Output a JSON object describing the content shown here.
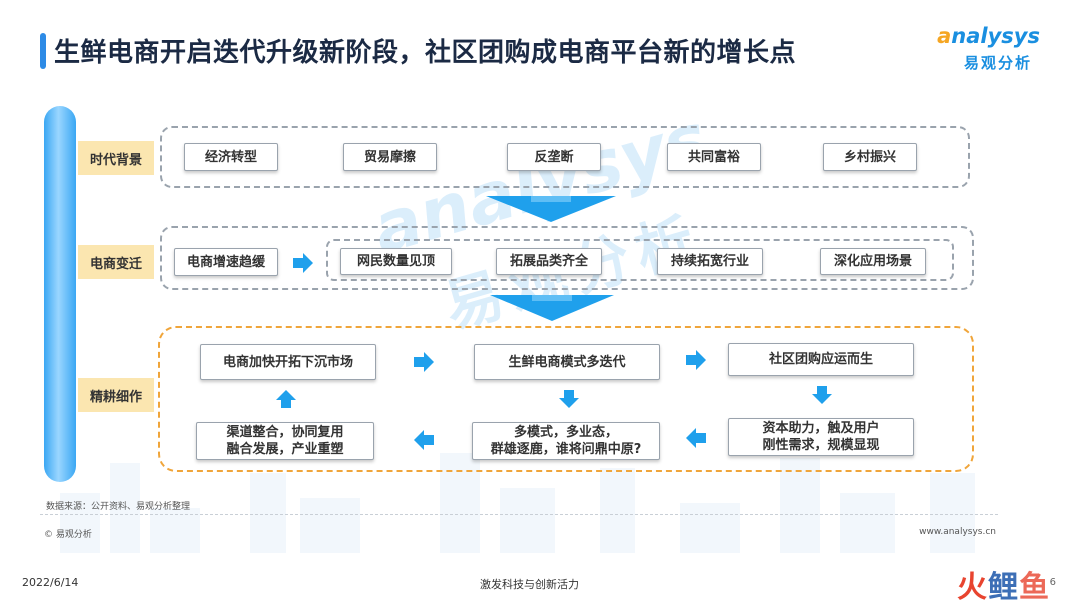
{
  "header": {
    "title": "生鲜电商开启迭代升级新阶段，社区团购成电商平台新的增长点"
  },
  "logo": {
    "mark": "a",
    "text": "nalysys",
    "cn": "易观分析"
  },
  "watermark": {
    "mark": "a",
    "en": "nalysys",
    "cn": "易观分析"
  },
  "rows": [
    {
      "label": "时代背景",
      "items": [
        "经济转型",
        "贸易摩擦",
        "反垄断",
        "共同富裕",
        "乡村振兴"
      ]
    },
    {
      "label": "电商变迁",
      "start": "电商增速趋缓",
      "items": [
        "网民数量见顶",
        "拓展品类齐全",
        "持续拓宽行业",
        "深化应用场景"
      ]
    },
    {
      "label": "精耕细作",
      "top": [
        "电商加快开拓下沉市场",
        "生鲜电商模式多迭代",
        "社区团购应运而生"
      ],
      "bottom": [
        {
          "line1": "渠道整合，协同复用",
          "line2": "融合发展，产业重塑"
        },
        {
          "line1": "多模式，多业态，",
          "line2": "群雄逐鹿，谁将问鼎中原?"
        },
        {
          "line1": "资本助力，触及用户",
          "line2": "刚性需求，规模显现"
        }
      ]
    }
  ],
  "footer": {
    "source": "数据来源：公开资料、易观分析整理",
    "copyright": "© 易观分析",
    "website": "www.analysys.cn",
    "date": "2022/6/14",
    "slogan": "激发科技与创新活力",
    "page": "6",
    "brand": [
      "火",
      "鲤",
      "鱼"
    ]
  },
  "colors": {
    "accent_blue": "#2d8be6",
    "label_bg": "#fbe6b0",
    "orange_border": "#f0a53a",
    "arrow_blue": "#1fa0ec"
  }
}
